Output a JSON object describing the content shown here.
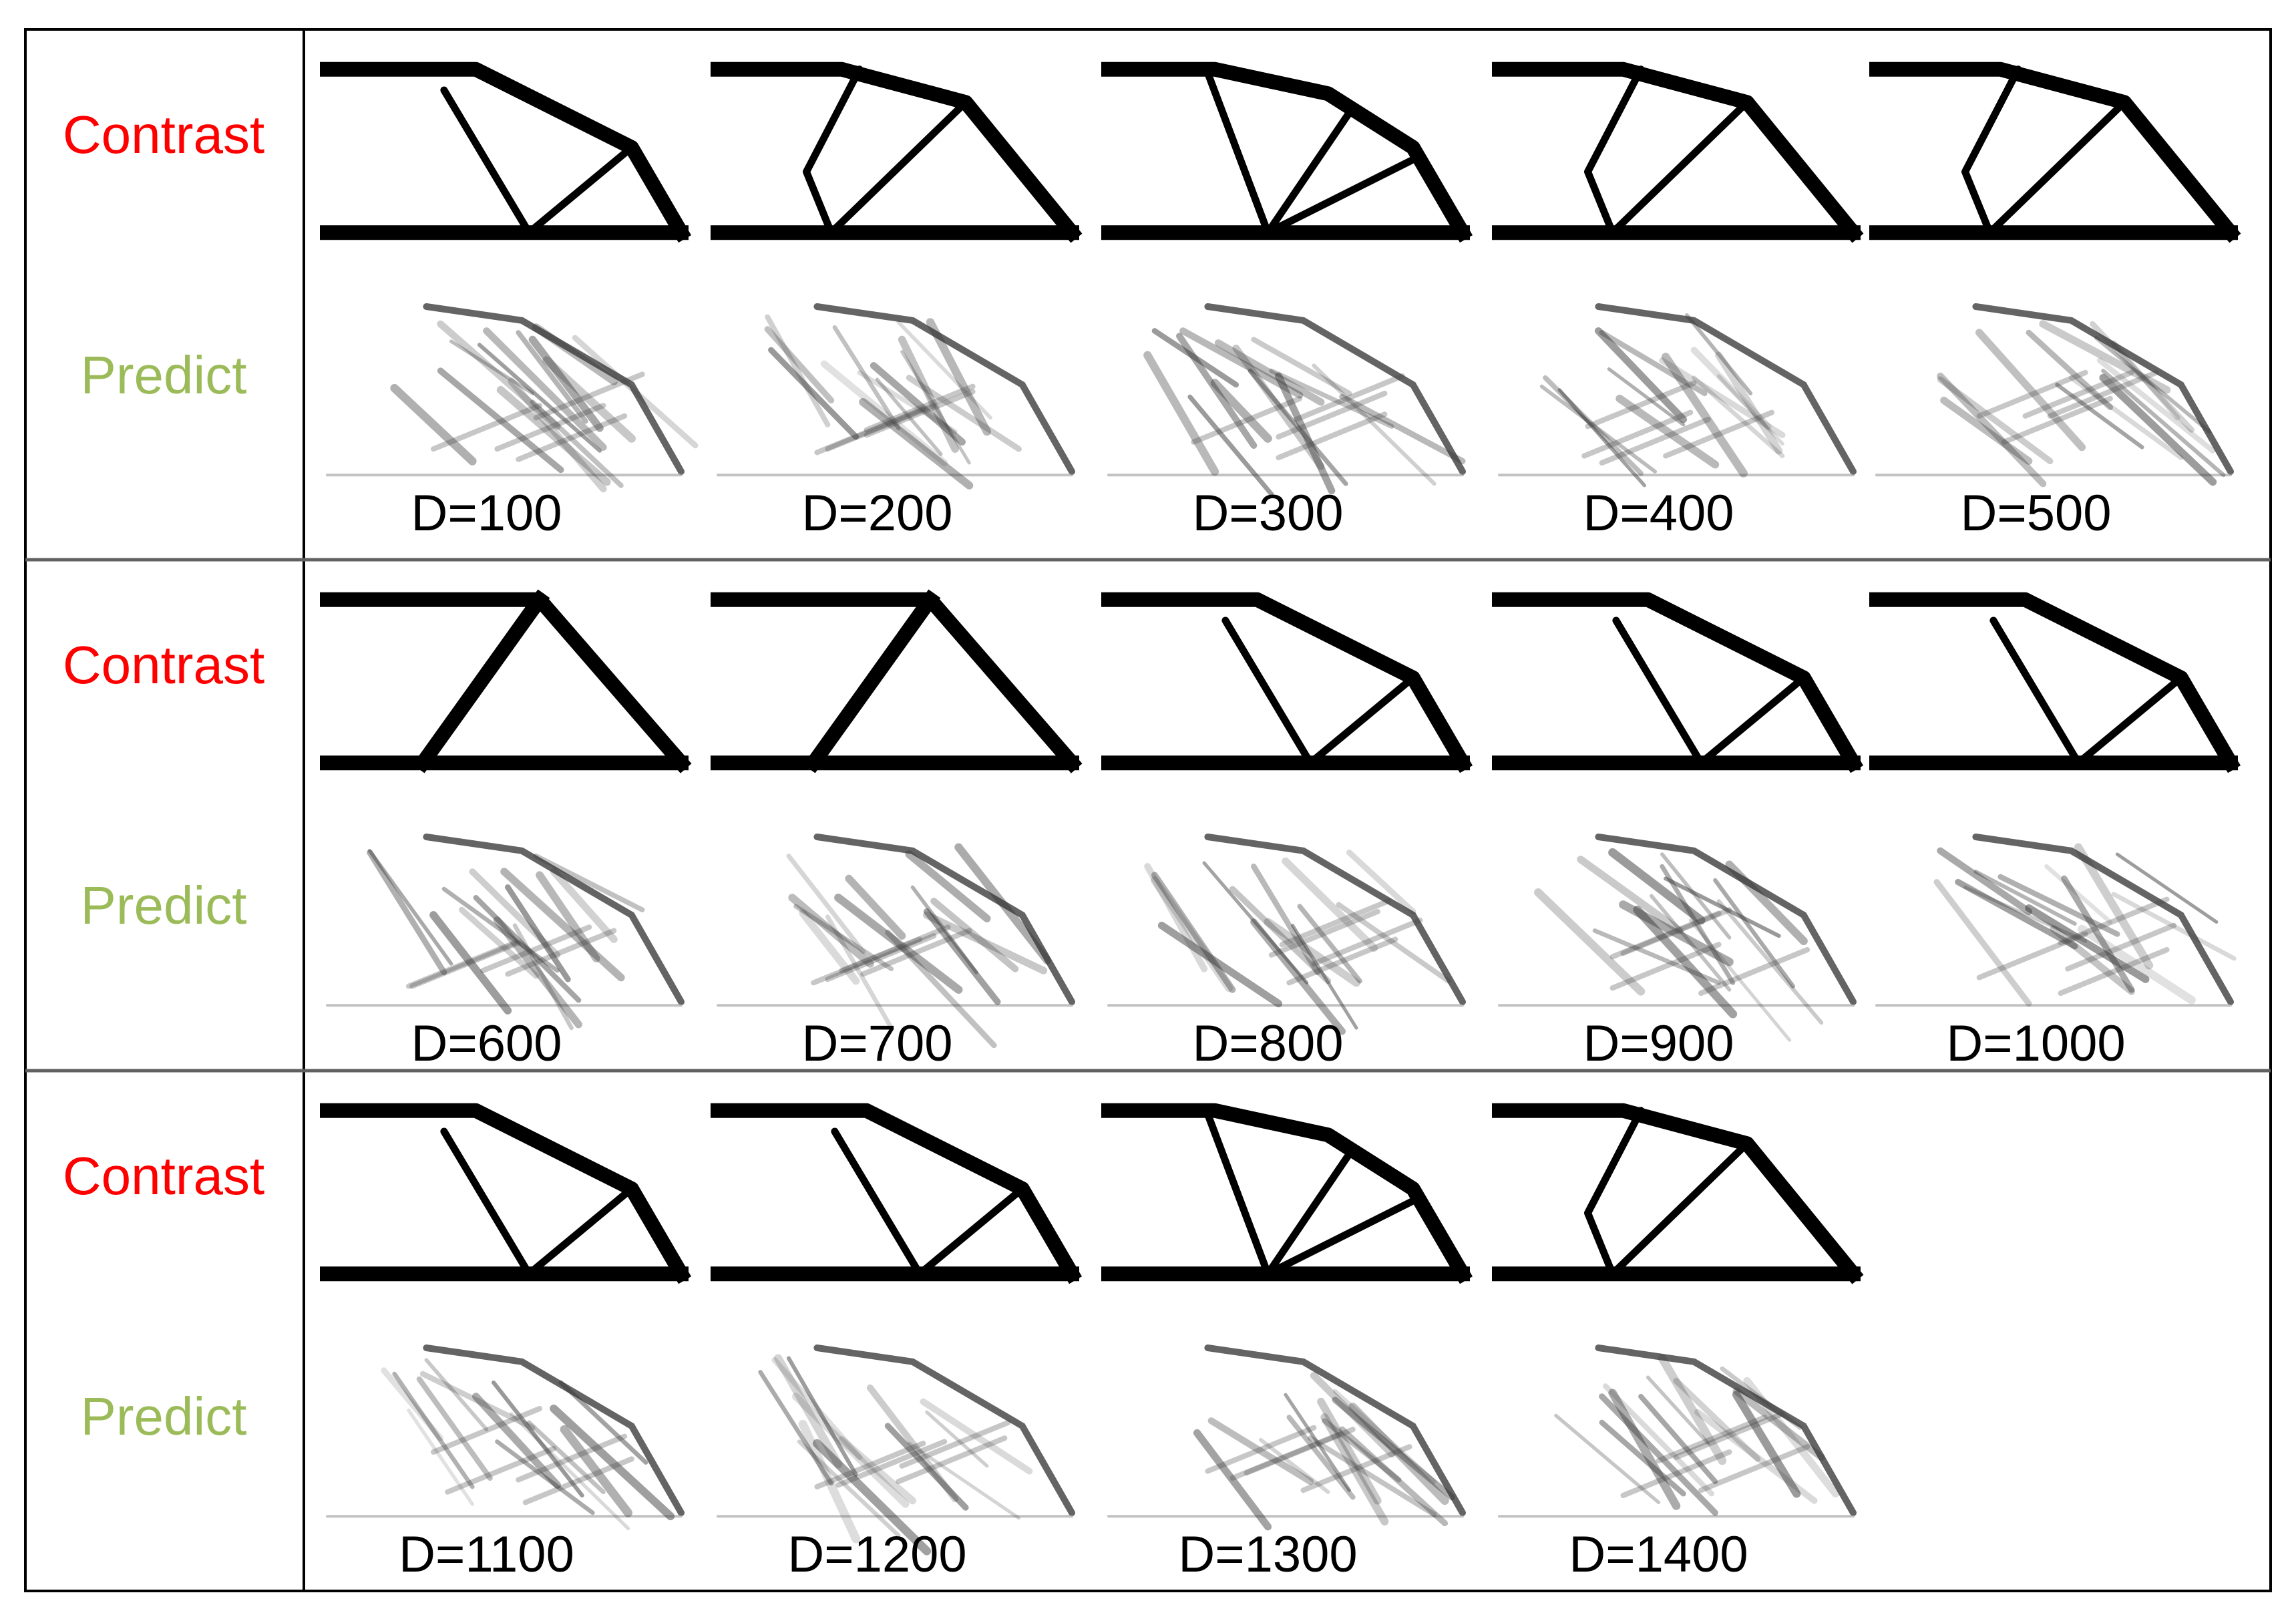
{
  "colors": {
    "contrast_label": "#ff0000",
    "predict_label": "#9bbb59",
    "structure": "#000000",
    "border": "#000000",
    "separator": "#606060"
  },
  "groups": [
    {
      "contrast_label": "Contrast",
      "predict_label": "Predict",
      "cells": [
        {
          "label": "D=100",
          "variant": "two-node"
        },
        {
          "label": "D=200",
          "variant": "one-node"
        },
        {
          "label": "D=300",
          "variant": "fan"
        },
        {
          "label": "D=400",
          "variant": "one-node"
        },
        {
          "label": "D=500",
          "variant": "one-node"
        }
      ]
    },
    {
      "contrast_label": "Contrast",
      "predict_label": "Predict",
      "cells": [
        {
          "label": "D=600",
          "variant": "triangle"
        },
        {
          "label": "D=700",
          "variant": "triangle"
        },
        {
          "label": "D=800",
          "variant": "two-node"
        },
        {
          "label": "D=900",
          "variant": "two-node"
        },
        {
          "label": "D=1000",
          "variant": "two-node"
        }
      ]
    },
    {
      "contrast_label": "Contrast",
      "predict_label": "Predict",
      "cells": [
        {
          "label": "D=1100",
          "variant": "two-node"
        },
        {
          "label": "D=1200",
          "variant": "two-node"
        },
        {
          "label": "D=1300",
          "variant": "fan"
        },
        {
          "label": "D=1400",
          "variant": "one-node"
        }
      ]
    }
  ]
}
